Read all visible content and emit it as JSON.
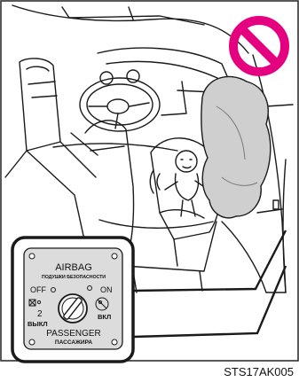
{
  "figure": {
    "code": "STS17AK005",
    "prohibition_color": "#e4007f"
  },
  "inset_panel": {
    "title": "AIRBAG",
    "title_ru": "ПОДУШКИ БЕЗОПАСНОСТИ",
    "off_label": "OFF",
    "on_label": "ON",
    "off_ru": "ВЫКЛ",
    "on_ru": "ВКЛ",
    "footer": "PASSENGER",
    "footer_ru": "ПАССАЖИРА",
    "count_label": "2"
  }
}
